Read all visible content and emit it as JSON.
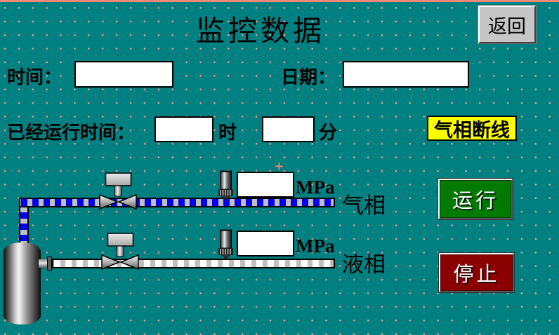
{
  "window": {
    "title": "监控数据",
    "background": "#008080",
    "grid_dot_color": "#F0A096",
    "top_border_color": "#F08878"
  },
  "header": {
    "back_button_label": "返回"
  },
  "info": {
    "time_label": "时间：",
    "time_value": "",
    "date_label": "日期：",
    "date_value": "",
    "runtime_label": "已经运行时间：",
    "runtime_hours_value": "",
    "runtime_hours_unit": "时",
    "runtime_minutes_value": "",
    "runtime_minutes_unit": "分"
  },
  "alarm": {
    "gas_disconnect_label": "气相断线",
    "background": "#FFFF00"
  },
  "diagram": {
    "gas_line": {
      "label": "气相",
      "pressure_value": "",
      "pressure_unit": "MPa",
      "flow_dash_color": "#0000EE"
    },
    "liquid_line": {
      "label": "液相",
      "pressure_value": "",
      "pressure_unit": "MPa",
      "flow_dash_color": "#FFFFFF"
    },
    "cursor_marker": "+",
    "icons": {
      "valve": "control-valve",
      "transmitter": "pressure-transmitter",
      "vessel": "storage-tank"
    }
  },
  "controls": {
    "run_button": {
      "label": "运行",
      "background": "#007A00",
      "text_color": "#FFFFFF"
    },
    "stop_button": {
      "label": "停止",
      "background": "#8B0000",
      "text_color": "#FFFFFF"
    }
  }
}
